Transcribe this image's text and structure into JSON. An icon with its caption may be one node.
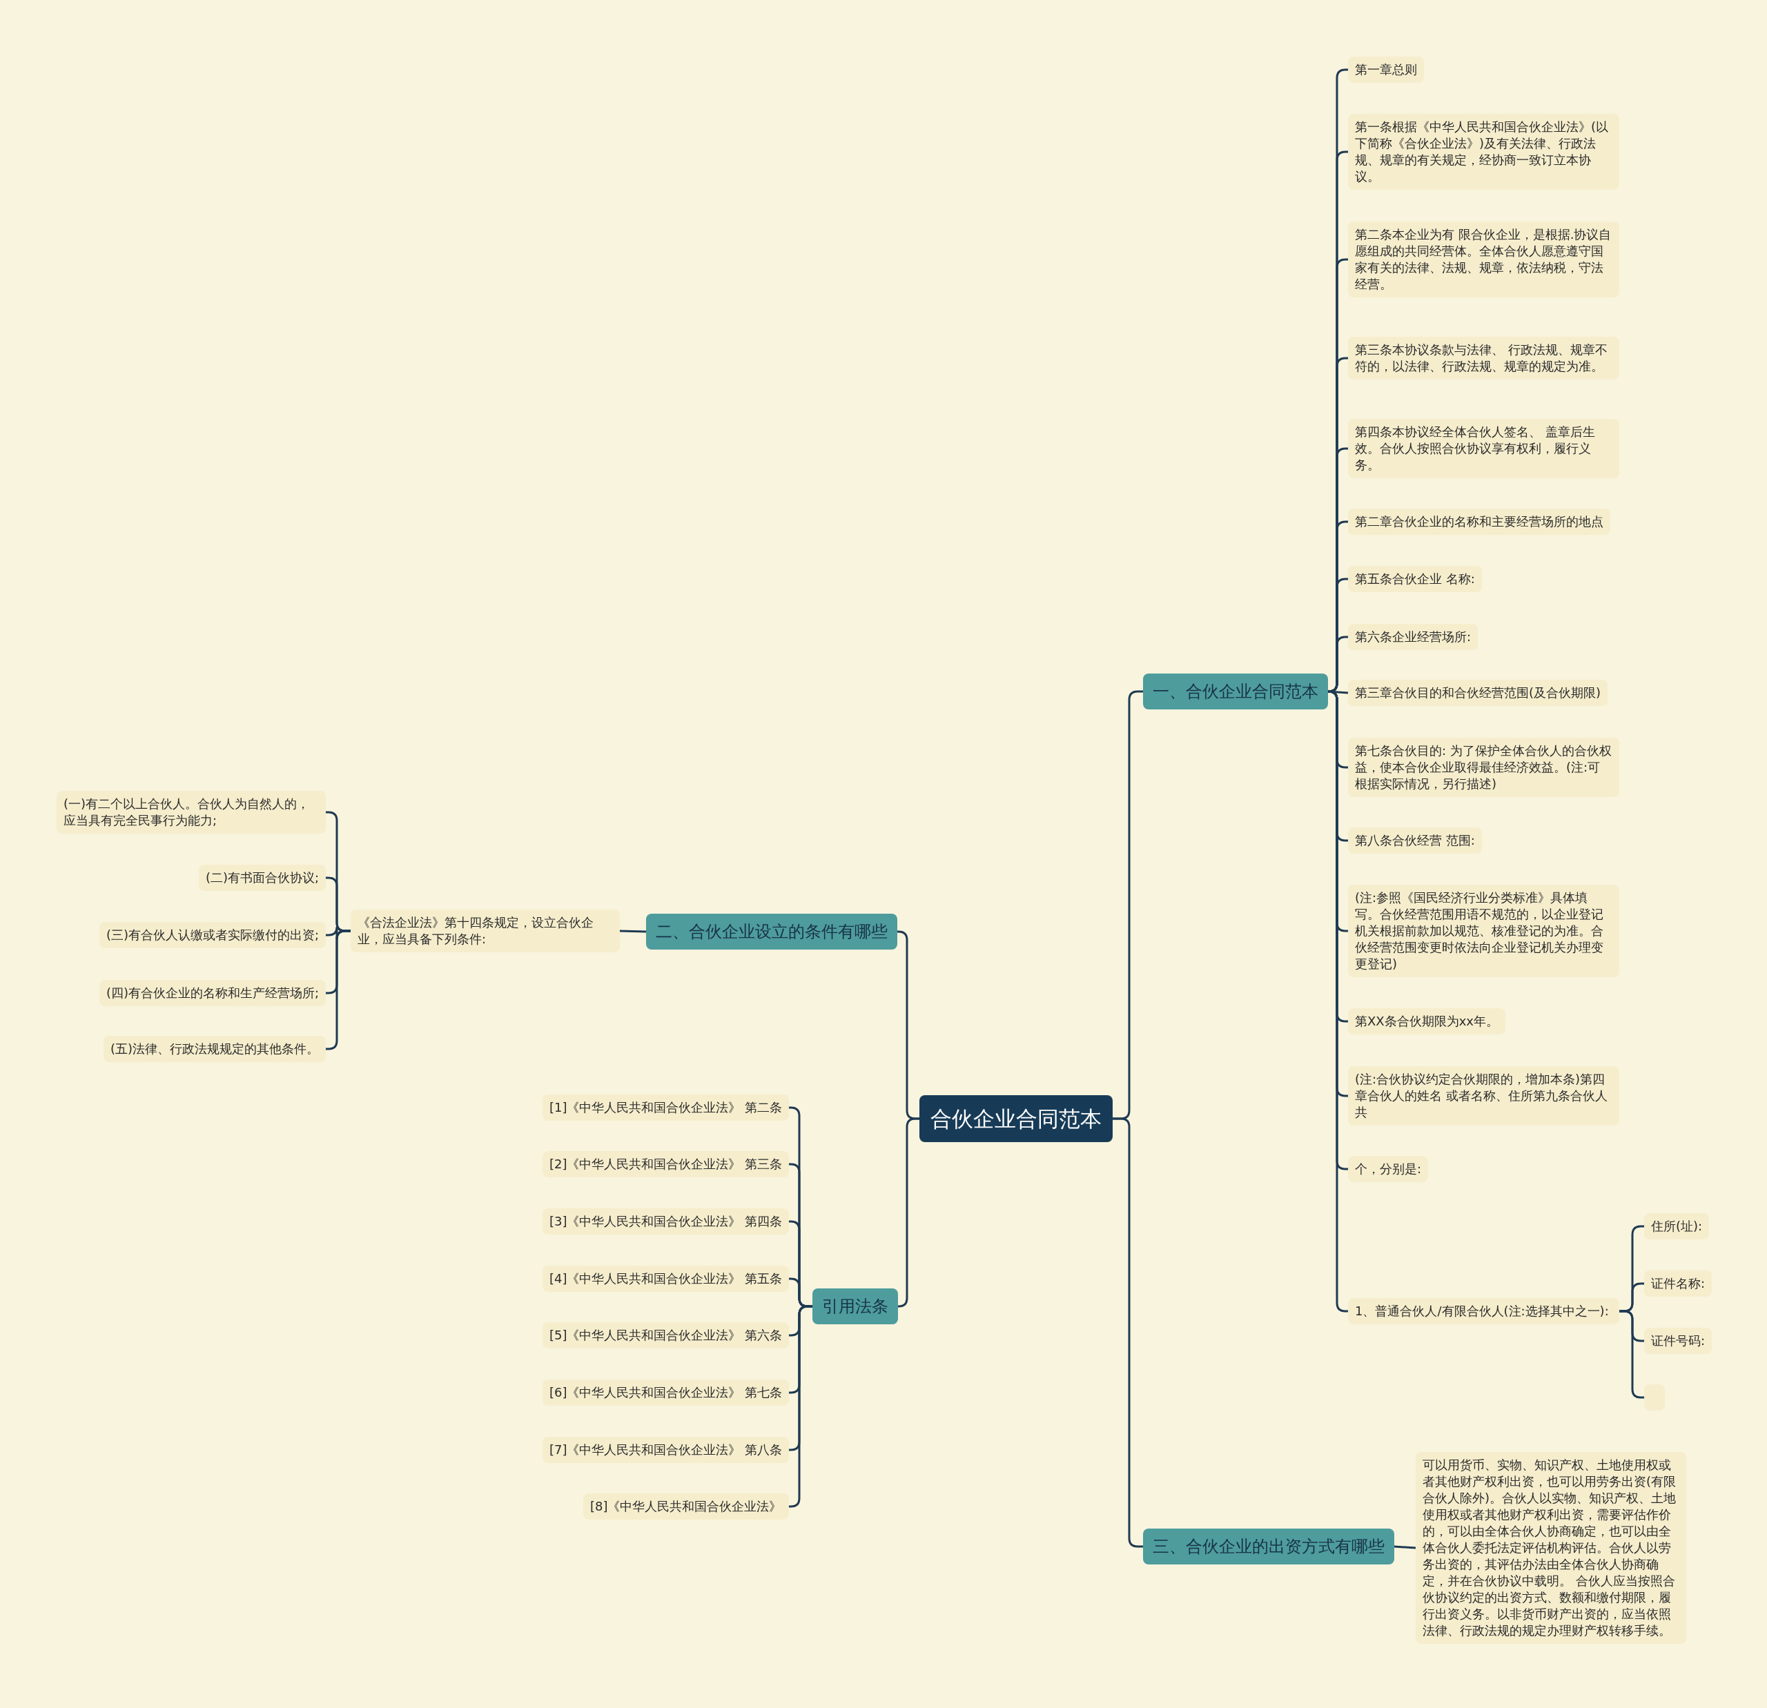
{
  "diagram": {
    "nodes": [
      {
        "text": [
          "合伙企业合同范本"
        ]
      },
      {
        "text": [
          "一、合伙企业合同范本"
        ]
      },
      {
        "text": [
          "第一章总则"
        ]
      },
      {
        "text": [
          "第一条根据《中华人民共和国合伙企业法》(以下简称《合伙企业法》)及有关法律、行政法规、规章的有关规定，经协商一致订立本协议。"
        ]
      },
      {
        "text": [
          "第二条本企业为有 限合伙企业，是根据.协议自愿组成的共同经营体。全体合伙人愿意遵守国家有关的法律、法规、规章，依法纳税，守法经营。"
        ]
      },
      {
        "text": [
          "第三条本协议条款与法律、 行政法规、规章不符的，以法律、行政法规、规章的规定为准。"
        ]
      },
      {
        "text": [
          "第四条本协议经全体合伙人签名、 盖章后生效。合伙人按照合伙协议享有权利，履行义务。"
        ]
      },
      {
        "text": [
          "第二章合伙企业的名称和主要经营场所的地点"
        ]
      },
      {
        "text": [
          "第五条合伙企业 名称:"
        ]
      },
      {
        "text": [
          "第六条企业经营场所:"
        ]
      },
      {
        "text": [
          "第三章合伙目的和合伙经营范围(及合伙期限)"
        ]
      },
      {
        "text": [
          "第七条合伙目的: 为了保护全体合伙人的合伙权益，使本合伙企业取得最佳经济效益。(注:可根据实际情况，另行描述)"
        ]
      },
      {
        "text": [
          "第八条合伙经营 范围:"
        ]
      },
      {
        "text": [
          "(注:参照《国民经济行业分类标准》具体填写。合伙经营范围用语不规范的，以企业登记机关根据前款加以规范、核准登记的为准。合伙经营范围变更时依法向企业登记机关办理变更登记)"
        ]
      },
      {
        "text": [
          "第XX条合伙期限为xx年。"
        ]
      },
      {
        "text": [
          "(注:合伙协议约定合伙期限的，增加本条)第四章合伙人的姓名 或者名称、住所第九条合伙人共"
        ]
      },
      {
        "text": [
          "个，分别是:"
        ]
      },
      {
        "text": [
          "1、普通合伙人/有限合伙人(注:选择其中之一):"
        ]
      },
      {
        "text": [
          "住所(址):"
        ]
      },
      {
        "text": [
          "证件名称:"
        ]
      },
      {
        "text": [
          "证件号码:"
        ]
      },
      {
        "text": [],
        "shape": "box"
      },
      {
        "text": [
          "二、合伙企业设立的条件有哪些"
        ]
      },
      {
        "text": [
          "《合法企业法》第十四条规定，设立合伙企业，应当具备下列条件:"
        ]
      },
      {
        "text": [
          "(一)有二个以上合伙人。合伙人为自然人的，应当具有完全民事行为能力;"
        ]
      },
      {
        "text": [
          "(二)有书面合伙协议;"
        ]
      },
      {
        "text": [
          "(三)有合伙人认缴或者实际缴付的出资;"
        ]
      },
      {
        "text": [
          "(四)有合伙企业的名称和生产经营场所;"
        ]
      },
      {
        "text": [
          "(五)法律、行政法规规定的其他条件。"
        ]
      },
      {
        "text": [
          "引用法条"
        ]
      },
      {
        "text": [
          "[1]《中华人民共和国合伙企业法》 第二条"
        ]
      },
      {
        "text": [
          "[2]《中华人民共和国合伙企业法》 第三条"
        ]
      },
      {
        "text": [
          "[3]《中华人民共和国合伙企业法》 第四条"
        ]
      },
      {
        "text": [
          "[4]《中华人民共和国合伙企业法》 第五条"
        ]
      },
      {
        "text": [
          "[5]《中华人民共和国合伙企业法》 第六条"
        ]
      },
      {
        "text": [
          "[6]《中华人民共和国合伙企业法》 第七条"
        ]
      },
      {
        "text": [
          "[7]《中华人民共和国合伙企业法》 第八条"
        ]
      },
      {
        "text": [
          "[8]《中华人民共和国合伙企业法》"
        ]
      },
      {
        "text": [
          "三、合伙企业的出资方式有哪些"
        ]
      },
      {
        "text": [
          "可以用货币、实物、知识产权、土地使用权或者其他财产权利出资，也可以用劳务出资(有限合伙人除外)。合伙人以实物、知识产权、土地使用权或者其他财产权利出资，需要评估作价的，可以由全体合伙人协商确定，也可以由全体合伙人委托法定评估机构评估。合伙人以劳务出资的，其评估办法由全体合伙人协商确定，并在合伙协议中载明。 合伙人应当按照合伙协议约定的出资方式、数额和缴付期限，履行出资义务。以非货币财产出资的，应当依照法律、行政法规的规定办理财产权转移手续。"
        ]
      }
    ],
    "edges": [
      {
        "from": 0,
        "to": 1,
        "arrow": "none"
      },
      {
        "from": 0,
        "to": 22,
        "arrow": "none"
      },
      {
        "from": 0,
        "to": 29,
        "arrow": "none"
      },
      {
        "from": 0,
        "to": 38,
        "arrow": "none"
      },
      {
        "from": 1,
        "to": 2,
        "arrow": "none"
      },
      {
        "from": 1,
        "to": 3,
        "arrow": "none"
      },
      {
        "from": 1,
        "to": 4,
        "arrow": "none"
      },
      {
        "from": 1,
        "to": 5,
        "arrow": "none"
      },
      {
        "from": 1,
        "to": 6,
        "arrow": "none"
      },
      {
        "from": 1,
        "to": 7,
        "arrow": "none"
      },
      {
        "from": 1,
        "to": 8,
        "arrow": "none"
      },
      {
        "from": 1,
        "to": 9,
        "arrow": "none"
      },
      {
        "from": 1,
        "to": 10,
        "arrow": "none"
      },
      {
        "from": 1,
        "to": 11,
        "arrow": "none"
      },
      {
        "from": 1,
        "to": 12,
        "arrow": "none"
      },
      {
        "from": 1,
        "to": 13,
        "arrow": "none"
      },
      {
        "from": 1,
        "to": 14,
        "arrow": "none"
      },
      {
        "from": 1,
        "to": 15,
        "arrow": "none"
      },
      {
        "from": 1,
        "to": 16,
        "arrow": "none"
      },
      {
        "from": 1,
        "to": 17,
        "arrow": "none"
      },
      {
        "from": 17,
        "to": 18,
        "arrow": "none"
      },
      {
        "from": 17,
        "to": 19,
        "arrow": "none"
      },
      {
        "from": 17,
        "to": 20,
        "arrow": "none"
      },
      {
        "from": 17,
        "to": 21,
        "arrow": "none"
      },
      {
        "from": 22,
        "to": 23,
        "arrow": "none"
      },
      {
        "from": 23,
        "to": 24,
        "arrow": "none"
      },
      {
        "from": 23,
        "to": 25,
        "arrow": "none"
      },
      {
        "from": 23,
        "to": 26,
        "arrow": "none"
      },
      {
        "from": 23,
        "to": 27,
        "arrow": "none"
      },
      {
        "from": 23,
        "to": 28,
        "arrow": "none"
      },
      {
        "from": 29,
        "to": 30,
        "arrow": "none"
      },
      {
        "from": 29,
        "to": 31,
        "arrow": "none"
      },
      {
        "from": 29,
        "to": 32,
        "arrow": "none"
      },
      {
        "from": 29,
        "to": 33,
        "arrow": "none"
      },
      {
        "from": 29,
        "to": 34,
        "arrow": "none"
      },
      {
        "from": 29,
        "to": 35,
        "arrow": "none"
      },
      {
        "from": 29,
        "to": 36,
        "arrow": "none"
      },
      {
        "from": 29,
        "to": 37,
        "arrow": "none"
      },
      {
        "from": 38,
        "to": 39,
        "arrow": "none"
      }
    ]
  }
}
